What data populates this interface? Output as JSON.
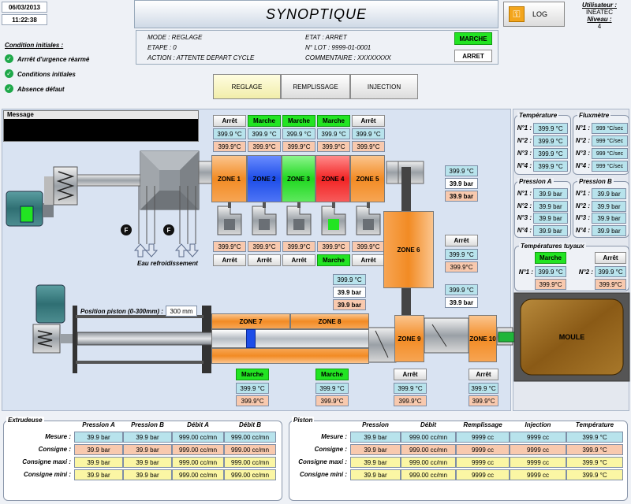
{
  "header": {
    "date": "06/03/2013",
    "time": "11:22:38",
    "title": "SYNOPTIQUE",
    "log_label": "LOG",
    "user_label": "Utilisateur :",
    "user_value": "INEATEC",
    "level_label": "Niveau :",
    "level_value": "4"
  },
  "conditions": {
    "title": "Condition initiales :",
    "items": [
      "Arrrêt d'urgence réarmé",
      "Conditions initiales",
      "Absence défaut"
    ]
  },
  "status": {
    "mode": "MODE : REGLAGE",
    "etape": "ETAPE : 0",
    "action": "ACTION : ATTENTE DEPART CYCLE",
    "etat": "ETAT : ARRET",
    "lot": "N° LOT : 9999-01-0001",
    "commentaire": "COMMENTAIRE : XXXXXXXX",
    "marche_btn": "MARCHE",
    "arret_btn": "ARRET"
  },
  "tabs": [
    "REGLAGE",
    "REMPLISSAGE",
    "INJECTION"
  ],
  "message": {
    "label": "Message"
  },
  "colors": {
    "green": "#22e422",
    "orange": "#f28b24",
    "cyan": "#b8e3ec",
    "salmon": "#f8c9ae",
    "yellow": "#fbf6a4"
  },
  "top_zones": [
    {
      "name": "ZONE 1",
      "btn": "Arrêt",
      "btn_on": false,
      "temp": "399.9 °C",
      "cons": "399.9°C",
      "fan_btn": "Arrêt",
      "fan_on": false,
      "fan_temp": "399.9°C"
    },
    {
      "name": "ZONE 2",
      "btn": "Marche",
      "btn_on": true,
      "temp": "399.9 °C",
      "cons": "399.9°C",
      "fan_btn": "Arrêt",
      "fan_on": false,
      "fan_temp": "399.9°C"
    },
    {
      "name": "ZONE 3",
      "btn": "Marche",
      "btn_on": true,
      "temp": "399.9 °C",
      "cons": "399.9°C",
      "fan_btn": "Arrêt",
      "fan_on": false,
      "fan_temp": "399.9°C"
    },
    {
      "name": "ZONE 4",
      "btn": "Marche",
      "btn_on": true,
      "temp": "399.9 °C",
      "cons": "399.9°C",
      "fan_btn": "Marche",
      "fan_on": true,
      "fan_temp": "399.9°C"
    },
    {
      "name": "ZONE 5",
      "btn": "Arrêt",
      "btn_on": false,
      "temp": "399.9 °C",
      "cons": "399.9°C",
      "fan_btn": "Arrêt",
      "fan_on": false,
      "fan_temp": "399.9°C"
    }
  ],
  "zone6": {
    "name": "ZONE 6",
    "btn": "Arrêt",
    "temp": "399.9 °C",
    "cons": "399.9°C",
    "top_temp": "399.9 °C",
    "top_bar1": "39.9 bar",
    "top_bar2": "39.9 bar"
  },
  "mid_sensor": {
    "temp": "399.9 °C",
    "bar1": "39.9 bar",
    "bar2": "39.9 bar"
  },
  "right_sensor": {
    "temp": "399.9 °C",
    "bar": "39.9 bar"
  },
  "piston": {
    "label": "Position piston (0-300mm) :",
    "value": "300 mm"
  },
  "water": {
    "label": "Eau refroidissement",
    "f1": "F",
    "f2": "F"
  },
  "bottom_zones": [
    {
      "name": "ZONE 7",
      "btn": "Marche",
      "btn_on": true,
      "temp": "399.9 °C",
      "cons": "399.9°C"
    },
    {
      "name": "ZONE 8",
      "btn": "Marche",
      "btn_on": true,
      "temp": "399.9 °C",
      "cons": "399.9°C"
    },
    {
      "name": "ZONE 9",
      "btn": "Arrêt",
      "btn_on": false,
      "temp": "399.9 °C",
      "cons": "399.9°C"
    },
    {
      "name": "ZONE 10",
      "btn": "Arrêt",
      "btn_on": false,
      "temp": "399.9 °C",
      "cons": "399.9°C"
    }
  ],
  "moule": "MOULE",
  "temperature": {
    "title": "Température",
    "rows": [
      {
        "n": "N°1 :",
        "v": "399.9 °C"
      },
      {
        "n": "N°2 :",
        "v": "399.9 °C"
      },
      {
        "n": "N°3 :",
        "v": "399.9 °C"
      },
      {
        "n": "N°4 :",
        "v": "399.9 °C"
      }
    ]
  },
  "fluxmetre": {
    "title": "Fluxmètre",
    "rows": [
      {
        "n": "N°1 :",
        "v": "999 °C/sec"
      },
      {
        "n": "N°2 :",
        "v": "999 °C/sec"
      },
      {
        "n": "N°3 :",
        "v": "999 °C/sec"
      },
      {
        "n": "N°4 :",
        "v": "999 °C/sec"
      }
    ]
  },
  "pression_a": {
    "title": "Pression A",
    "rows": [
      {
        "n": "N°1 :",
        "v": "39.9 bar"
      },
      {
        "n": "N°2 :",
        "v": "39.9 bar"
      },
      {
        "n": "N°3 :",
        "v": "39.9 bar"
      },
      {
        "n": "N°4 :",
        "v": "39.9 bar"
      }
    ]
  },
  "pression_b": {
    "title": "Pression B",
    "rows": [
      {
        "n": "N°1 :",
        "v": "39.9 bar"
      },
      {
        "n": "N°2 :",
        "v": "39.9 bar"
      },
      {
        "n": "N°3 :",
        "v": "39.9 bar"
      },
      {
        "n": "N°4 :",
        "v": "39.9 bar"
      }
    ]
  },
  "temp_tuyaux": {
    "title": "Températures tuyaux",
    "n1": "N°1 :",
    "n2": "N°2 :",
    "b1": "Marche",
    "b2": "Arrêt",
    "t1": "399.9 °C",
    "c1": "399.9°C",
    "t2": "399.9 °C",
    "c2": "399.9°C"
  },
  "extrudeuse": {
    "title": "Extrudeuse",
    "headers": [
      "Pression A",
      "Pression B",
      "Débit A",
      "Débit B"
    ],
    "rows": [
      {
        "label": "Mesure :",
        "values": [
          "39.9 bar",
          "39.9 bar",
          "999.00 cc/mn",
          "999.00 cc/mn"
        ]
      },
      {
        "label": "Consigne :",
        "values": [
          "39.9 bar",
          "39.9 bar",
          "999.00 cc/mn",
          "999.00 cc/mn"
        ]
      },
      {
        "label": "Consigne maxi :",
        "values": [
          "39.9 bar",
          "39.9 bar",
          "999.00 cc/mn",
          "999.00 cc/mn"
        ]
      },
      {
        "label": "Consigne mini :",
        "values": [
          "39.9 bar",
          "39.9 bar",
          "999.00 cc/mn",
          "999.00 cc/mn"
        ]
      }
    ]
  },
  "piston_table": {
    "title": "Piston",
    "headers": [
      "Pression",
      "Débit",
      "Remplissage",
      "Injection",
      "Température"
    ],
    "rows": [
      {
        "label": "Mesure :",
        "values": [
          "39.9 bar",
          "999.00 cc/mn",
          "9999 cc",
          "9999 cc",
          "399.9 °C"
        ]
      },
      {
        "label": "Consigne :",
        "values": [
          "39.9 bar",
          "999.00 cc/mn",
          "9999 cc",
          "9999 cc",
          "399.9 °C"
        ]
      },
      {
        "label": "Consigne maxi :",
        "values": [
          "39.9 bar",
          "999.00 cc/mn",
          "9999 cc",
          "9999 cc",
          "399.9 °C"
        ]
      },
      {
        "label": "Consigne mini :",
        "values": [
          "39.9 bar",
          "999.00 cc/mn",
          "9999 cc",
          "9999 cc",
          "399.9 °C"
        ]
      }
    ]
  }
}
